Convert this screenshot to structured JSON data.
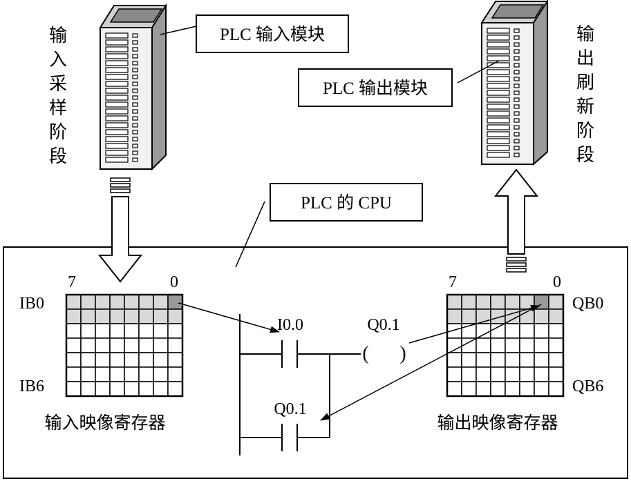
{
  "labels": {
    "input_module": "PLC 输入模块",
    "output_module": "PLC 输出模块",
    "cpu": "PLC 的 CPU",
    "input_stage": [
      "输",
      "入",
      "采",
      "样",
      "阶",
      "段"
    ],
    "output_stage": [
      "输",
      "出",
      "刷",
      "新",
      "阶",
      "段"
    ]
  },
  "input_register": {
    "bit_high": "7",
    "bit_low": "0",
    "row_top": "IB0",
    "row_bottom": "IB6",
    "caption": "输入映像寄存器"
  },
  "output_register": {
    "bit_high": "7",
    "bit_low": "0",
    "row_top": "QB0",
    "row_bottom": "QB6",
    "caption": "输出映像寄存器"
  },
  "ladder": {
    "contact1": "I0.0",
    "coil": "Q0.1",
    "coil_symbol_left": "(",
    "coil_symbol_right": ")",
    "contact2": "Q0.1"
  },
  "colors": {
    "line": "#000000",
    "module_body": "#f2f2f2",
    "module_side": "#9a9a9a",
    "grid_highlight": "#d9d9d9",
    "grid_active": "#9a9a9a"
  }
}
